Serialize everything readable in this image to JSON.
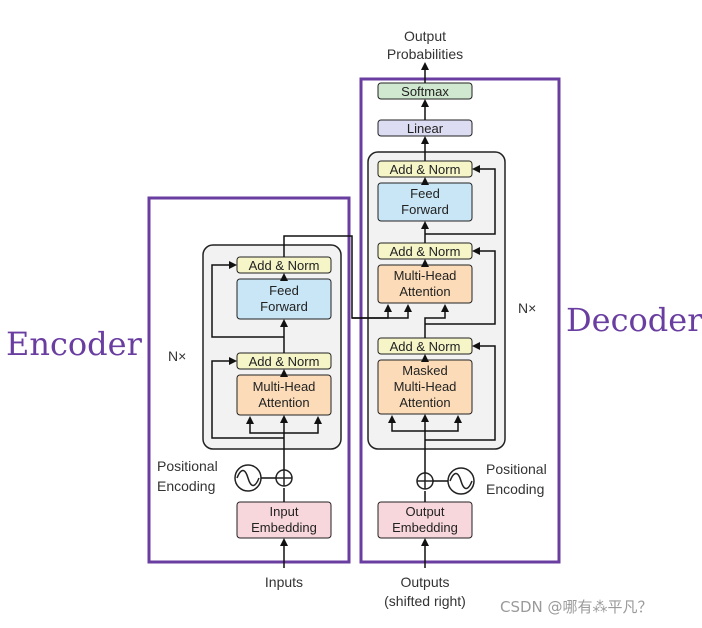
{
  "labels": {
    "encoder": "Encoder",
    "decoder": "Decoder",
    "nx_left": "N×",
    "nx_right": "N×",
    "output_probabilities_l1": "Output",
    "output_probabilities_l2": "Probabilities",
    "inputs": "Inputs",
    "outputs_l1": "Outputs",
    "outputs_l2": "(shifted right)",
    "positional_encoding_l1": "Positional",
    "positional_encoding_l2": "Encoding",
    "positional_encoding_r_l1": "Positional",
    "positional_encoding_r_l2": "Encoding"
  },
  "encoder": {
    "add_norm_top": "Add & Norm",
    "feed_forward_l1": "Feed",
    "feed_forward_l2": "Forward",
    "add_norm_bottom": "Add & Norm",
    "mha_l1": "Multi-Head",
    "mha_l2": "Attention",
    "input_embedding_l1": "Input",
    "input_embedding_l2": "Embedding"
  },
  "decoder": {
    "softmax": "Softmax",
    "linear": "Linear",
    "add_norm_top": "Add & Norm",
    "feed_forward_l1": "Feed",
    "feed_forward_l2": "Forward",
    "add_norm_mid": "Add & Norm",
    "mha_l1": "Multi-Head",
    "mha_l2": "Attention",
    "add_norm_bottom": "Add & Norm",
    "masked_l1": "Masked",
    "masked_l2": "Multi-Head",
    "masked_l3": "Attention",
    "output_embedding_l1": "Output",
    "output_embedding_l2": "Embedding"
  },
  "watermark": "CSDN @哪有⁂平凡？",
  "colors": {
    "frame": "#6a3ea1",
    "block_bg": "#f2f2f2",
    "add_norm": "#f5f5c8",
    "feed_forward": "#c8e6f5",
    "attention": "#fcdcb8",
    "embedding": "#f8d7dc",
    "softmax": "#cfe8cf",
    "linear": "#dcdcf2"
  }
}
